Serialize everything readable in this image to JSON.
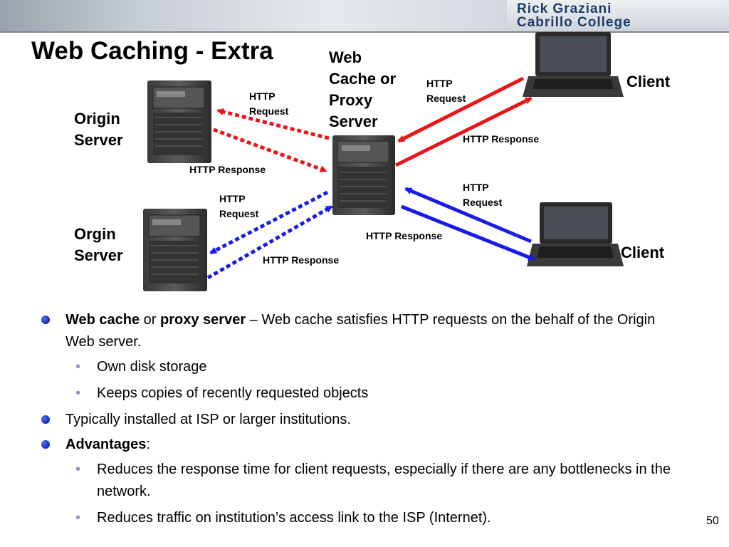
{
  "banner": {
    "author_name": "Rick Graziani",
    "institution": "Cabrillo College"
  },
  "title": "Web Caching - Extra",
  "diagram": {
    "web_cache_label": [
      "Web",
      "Cache or",
      "Proxy",
      "Server"
    ],
    "origin_server_1_label": [
      "Origin",
      "Server"
    ],
    "origin_server_2_label": [
      "Orgin",
      "Server"
    ],
    "client_1_label": "Client",
    "client_2_label": "Client",
    "red_client_request": [
      "HTTP",
      "Request"
    ],
    "red_client_response": "HTTP Response",
    "red_origin_request": [
      "HTTP",
      "Request"
    ],
    "red_origin_response": "HTTP Response",
    "blue_client_request": [
      "HTTP",
      "Request"
    ],
    "blue_client_response": "HTTP Response",
    "blue_origin_request": [
      "HTTP",
      "Request"
    ],
    "blue_origin_response": "HTTP Response",
    "colors": {
      "red": "#e8161b",
      "blue": "#1a1ae6"
    }
  },
  "bullets": {
    "b1": {
      "bold1": "Web cache",
      "mid": " or ",
      "bold2": "proxy server",
      "rest": " – Web cache satisfies HTTP requests on the behalf of the Origin Web server."
    },
    "b1_sub": [
      "Own disk storage",
      "Keeps copies of recently requested objects"
    ],
    "b2": "Typically installed at ISP or larger institutions.",
    "b3": {
      "bold": "Advantages",
      "rest": ":"
    },
    "b3_sub": [
      "Reduces the response time for client requests, especially if there are any bottlenecks in the network.",
      "Reduces traffic on institution’s access link to the ISP (Internet)."
    ]
  },
  "page_number": "50"
}
